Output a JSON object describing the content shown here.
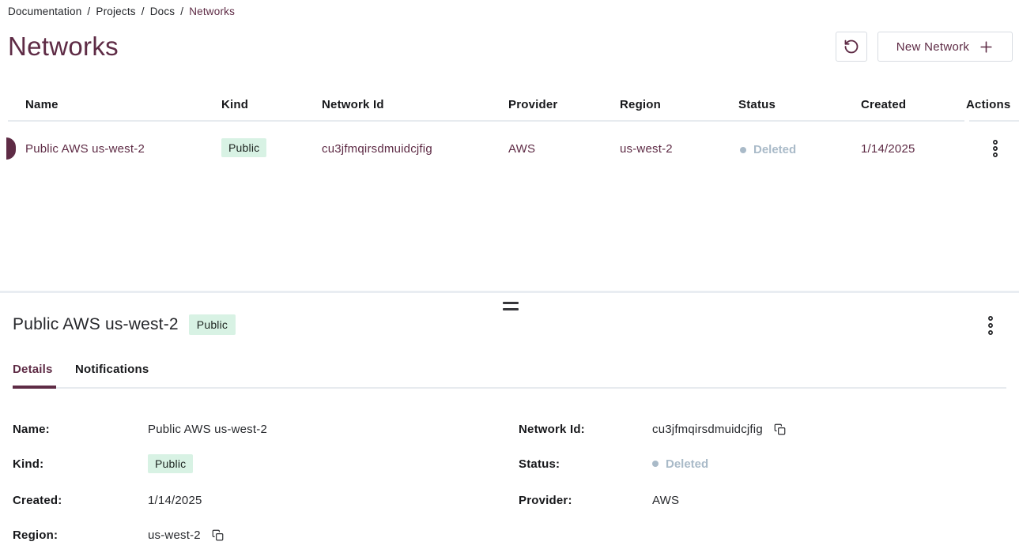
{
  "breadcrumb": {
    "separator": "/",
    "items": [
      "Documentation",
      "Projects",
      "Docs"
    ],
    "current": "Networks"
  },
  "header": {
    "title": "Networks",
    "refresh_icon": "rotate-ccw",
    "new_network_label": "New Network",
    "new_network_icon": "plus"
  },
  "table": {
    "columns": [
      "Name",
      "Kind",
      "Network Id",
      "Provider",
      "Region",
      "Status",
      "Created",
      "Actions"
    ],
    "rows": [
      {
        "name": "Public AWS us-west-2",
        "kind": "Public",
        "network_id": "cu3jfmqirsdmuidcjfig",
        "provider": "AWS",
        "region": "us-west-2",
        "status": "Deleted",
        "created": "1/14/2025",
        "actions_icon": "kebab-menu"
      }
    ]
  },
  "drawer": {
    "handle_icon": "drag-handle",
    "title": "Public AWS us-west-2",
    "kind_badge": "Public",
    "menu_icon": "kebab-menu",
    "tabs": [
      {
        "label": "Details",
        "active": true
      },
      {
        "label": "Notifications",
        "active": false
      }
    ],
    "details": {
      "name_label": "Name:",
      "name_value": "Public AWS us-west-2",
      "kind_label": "Kind:",
      "kind_value": "Public",
      "created_label": "Created:",
      "created_value": "1/14/2025",
      "region_label": "Region:",
      "region_value": "us-west-2",
      "network_id_label": "Network Id:",
      "network_id_value": "cu3jfmqirsdmuidcjfig",
      "status_label": "Status:",
      "status_value": "Deleted",
      "provider_label": "Provider:",
      "provider_value": "AWS",
      "copy_icon": "copy"
    }
  },
  "colors": {
    "accent": "#5e2b45",
    "badge_bg": "#d8f2e4",
    "status_muted": "#a9bac8",
    "border": "#e7ebef",
    "button_border": "#d8dce2"
  }
}
